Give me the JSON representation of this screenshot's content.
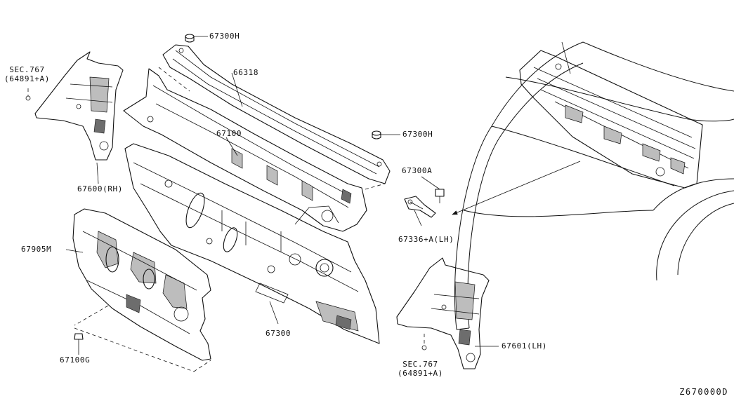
{
  "diagram": {
    "code": "Z670000D",
    "labels": {
      "p67300H_top": "67300H",
      "p66318": "66318",
      "p67100": "67100",
      "p67300H_right": "67300H",
      "p67300A": "67300A",
      "p67336A": "67336+A(LH)",
      "p67600": "67600(RH)",
      "p67905M": "67905M",
      "p67300": "67300",
      "p67100G": "67100G",
      "p67601": "67601(LH)",
      "sec_left_1": "SEC.767",
      "sec_left_2": "(64891+A)",
      "sec_right_1": "SEC.767",
      "sec_right_2": "(64891+A)"
    }
  }
}
